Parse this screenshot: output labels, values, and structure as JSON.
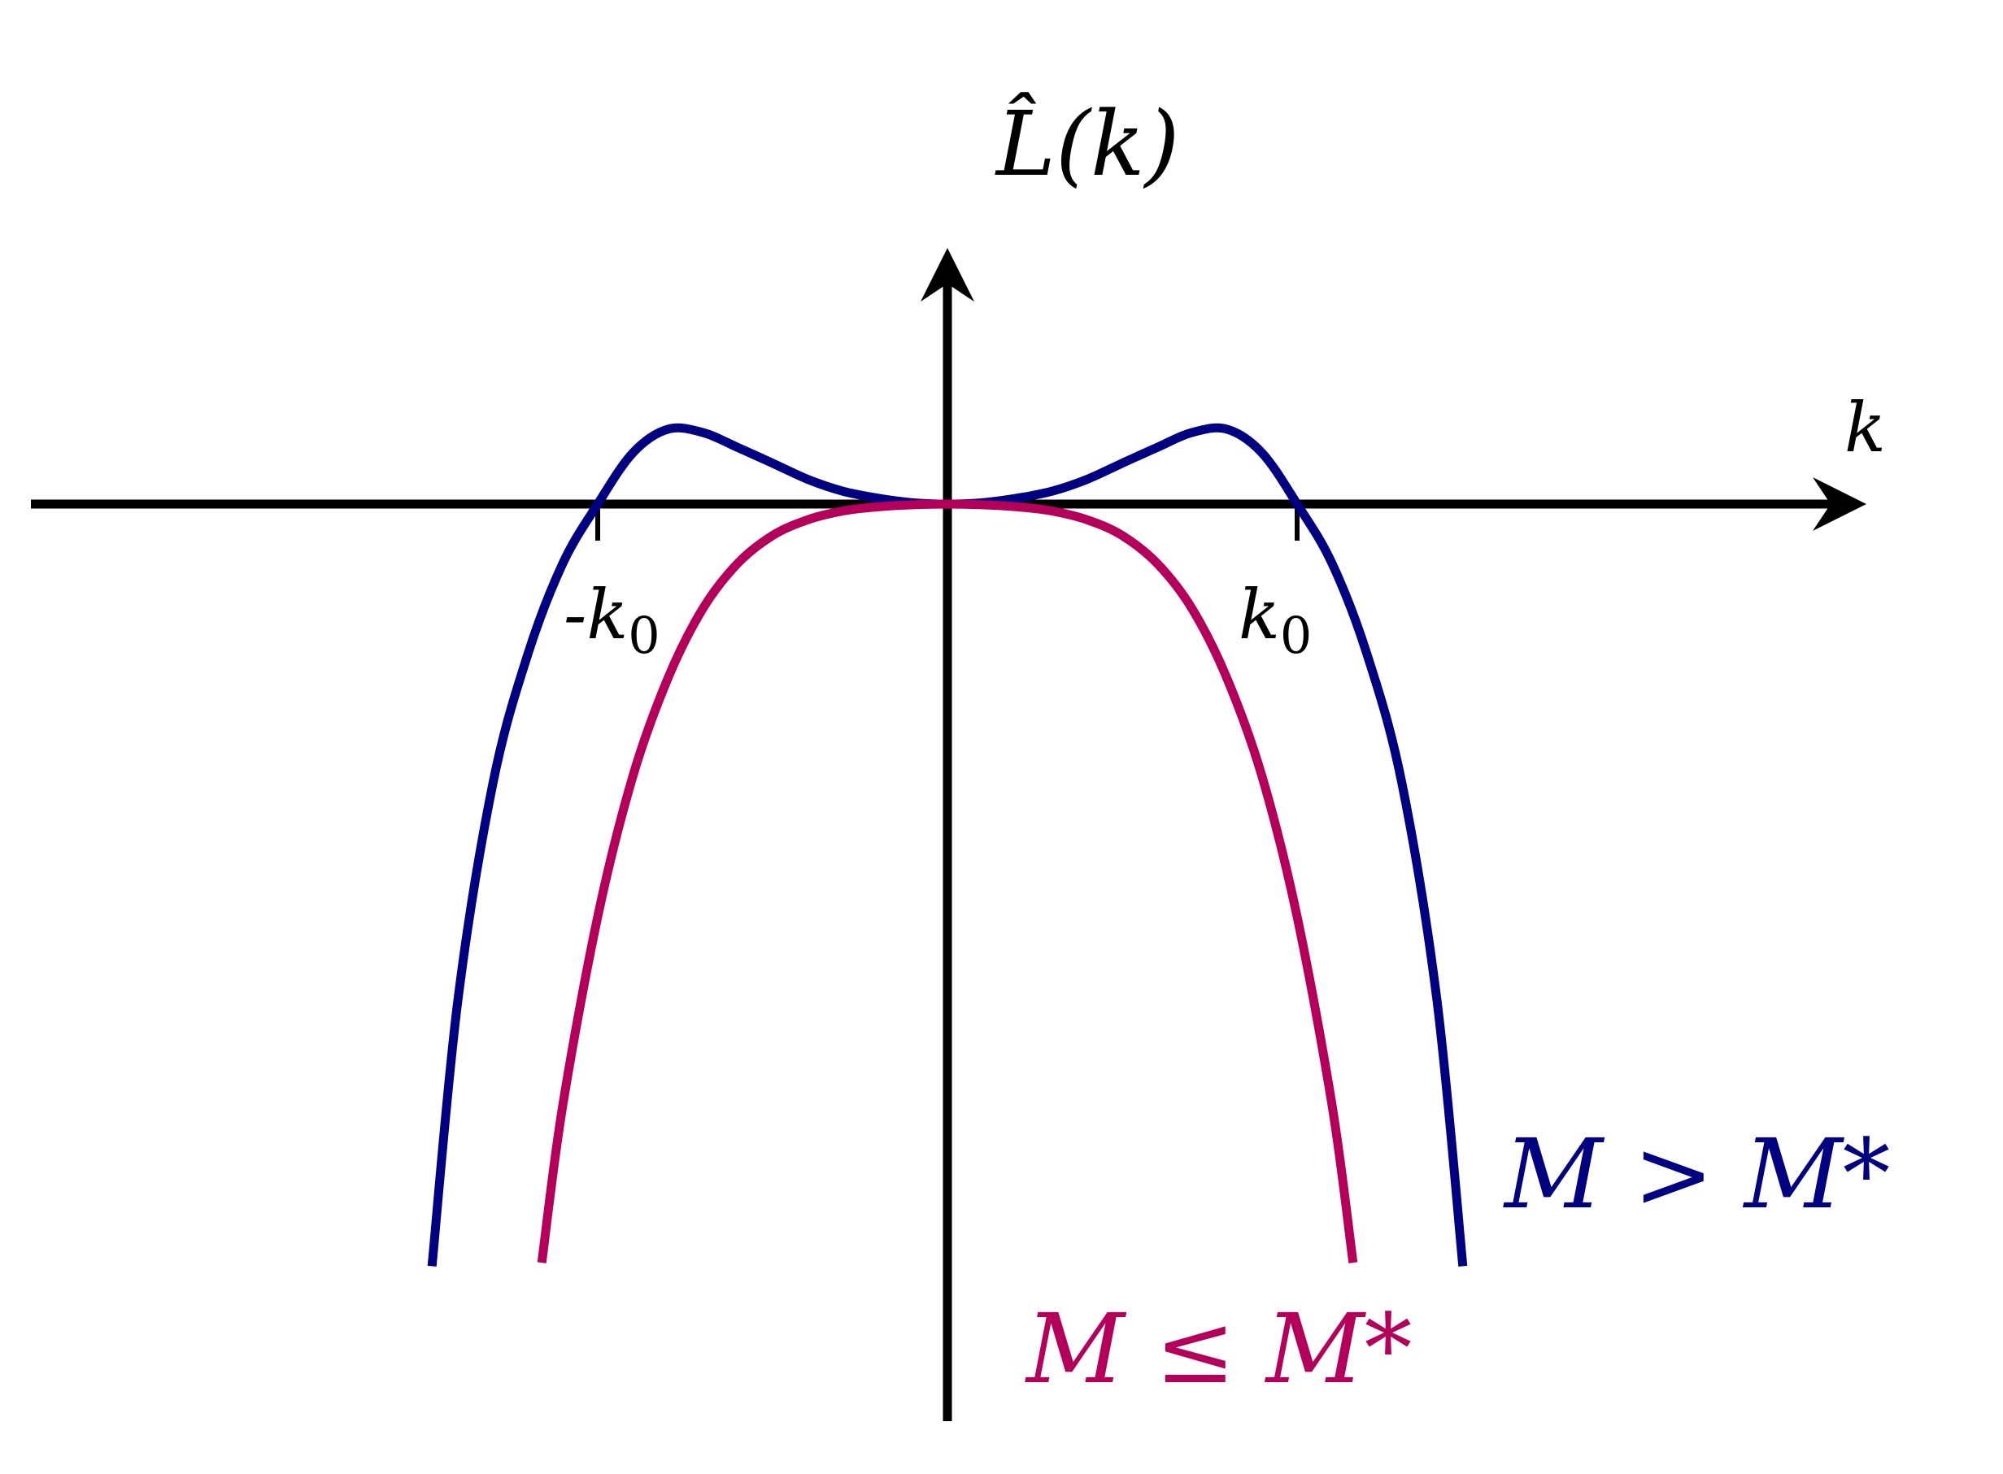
{
  "chart_data": {
    "type": "line",
    "title": "",
    "xlabel": "k",
    "ylabel": "L̂(k)",
    "xlim": [
      -2.6,
      2.6
    ],
    "ylim": [
      -2.3,
      0.9
    ],
    "grid": false,
    "ticks": [
      {
        "value": -1.0,
        "label": "-k",
        "subscript": "0"
      },
      {
        "value": 1.0,
        "label": "k",
        "subscript": "0"
      }
    ],
    "series": [
      {
        "name": "M > M*",
        "label_main": "M",
        "label_rel": ">",
        "label_rhs": "M*",
        "color": "#000080",
        "x": [
          -1.474,
          -1.4,
          -1.3,
          -1.2,
          -1.1,
          -1.0,
          -0.9,
          -0.8,
          -0.7,
          -0.6,
          -0.5,
          -0.4,
          -0.3,
          -0.2,
          -0.1,
          0.0,
          0.1,
          0.2,
          0.3,
          0.4,
          0.5,
          0.6,
          0.7,
          0.8,
          0.9,
          1.0,
          1.1,
          1.2,
          1.3,
          1.4,
          1.474
        ],
        "y": [
          -2.18,
          -1.42,
          -0.8,
          -0.43,
          -0.17,
          0.0,
          0.146,
          0.214,
          0.205,
          0.162,
          0.117,
          0.071,
          0.037,
          0.017,
          0.004,
          0.0,
          0.004,
          0.017,
          0.037,
          0.071,
          0.117,
          0.162,
          0.205,
          0.214,
          0.146,
          0.0,
          -0.17,
          -0.43,
          -0.8,
          -1.42,
          -2.18
        ]
      },
      {
        "name": "M ≤ M*",
        "label_main": "M",
        "label_rel": "≤",
        "label_rhs": "M*",
        "color": "#b5005b",
        "x": [
          -1.16,
          -1.1,
          -1.0,
          -0.9,
          -0.8,
          -0.7,
          -0.6,
          -0.5,
          -0.4,
          -0.3,
          -0.2,
          -0.1,
          0.0,
          0.1,
          0.2,
          0.3,
          0.4,
          0.5,
          0.6,
          0.7,
          0.8,
          0.9,
          1.0,
          1.1,
          1.16
        ],
        "y": [
          -2.17,
          -1.72,
          -1.18,
          -0.78,
          -0.5,
          -0.3,
          -0.17,
          -0.09,
          -0.045,
          -0.02,
          -0.008,
          -0.002,
          0.0,
          -0.002,
          -0.008,
          -0.02,
          -0.045,
          -0.09,
          -0.17,
          -0.3,
          -0.5,
          -0.78,
          -1.18,
          -1.72,
          -2.17
        ]
      }
    ]
  }
}
